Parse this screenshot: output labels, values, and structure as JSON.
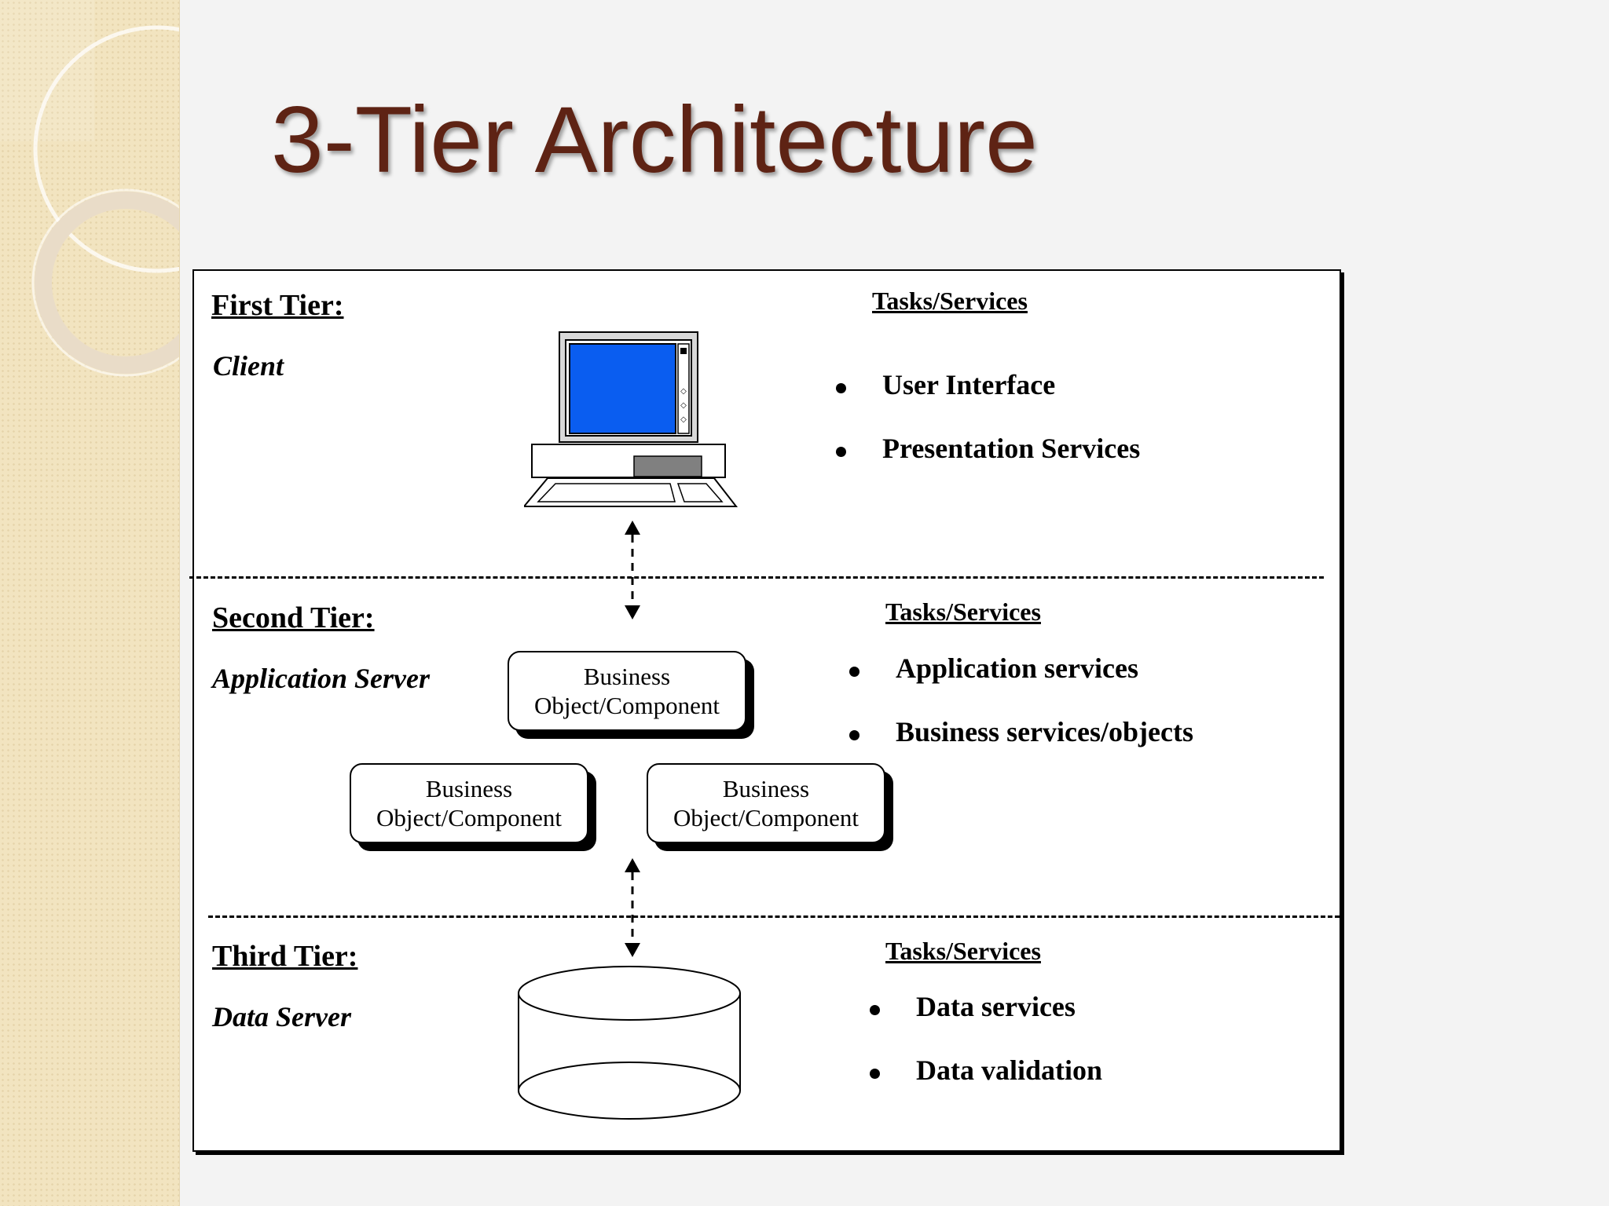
{
  "slide": {
    "title": "3-Tier Architecture"
  },
  "tiers": [
    {
      "heading": "First Tier:",
      "role": "Client",
      "services_heading": "Tasks/Services",
      "services": [
        "User Interface",
        "Presentation Services"
      ]
    },
    {
      "heading": "Second Tier:",
      "role": "Application Server",
      "services_heading": "Tasks/Services",
      "services": [
        "Application services",
        "Business services/objects"
      ],
      "components": [
        {
          "line1": "Business",
          "line2": "Object/Component"
        },
        {
          "line1": "Business",
          "line2": "Object/Component"
        },
        {
          "line1": "Business",
          "line2": "Object/Component"
        }
      ]
    },
    {
      "heading": "Third Tier:",
      "role": "Data Server",
      "services_heading": "Tasks/Services",
      "services": [
        "Data services",
        "Data validation"
      ]
    }
  ],
  "icons": {
    "client": "desktop-computer-icon",
    "database": "database-cylinder-icon",
    "connector": "bidirectional-arrow-icon"
  },
  "colors": {
    "title": "#5e2314",
    "screen": "#0a5df0",
    "side_panel": "#f2e4c0"
  }
}
